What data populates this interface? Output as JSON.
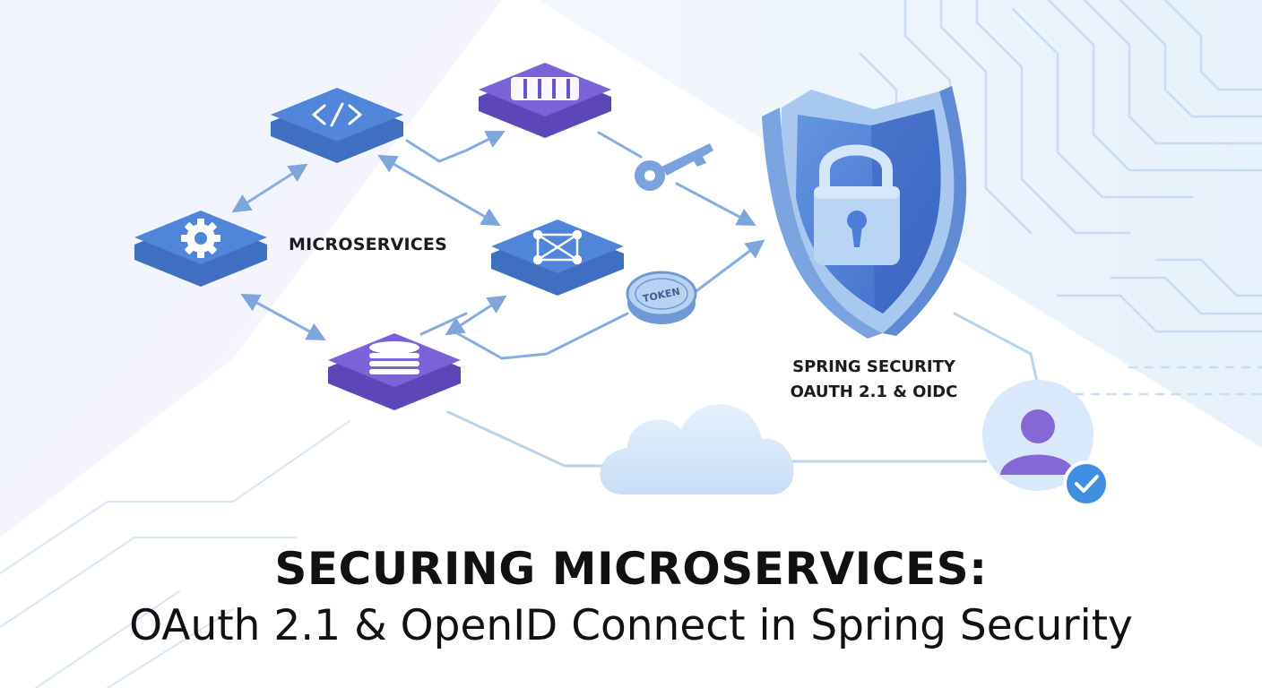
{
  "diagram": {
    "cluster_label": "MICROSERVICES",
    "security_label_line1": "SPRING SECURITY",
    "security_label_line2": "OAUTH 2.1 & OIDC",
    "token_label": "TOKEN",
    "nodes": [
      {
        "id": "api-gateway",
        "icon": "code-brackets-icon"
      },
      {
        "id": "server-rack",
        "icon": "server-rack-icon"
      },
      {
        "id": "config-service",
        "icon": "gear-icon"
      },
      {
        "id": "network-hub",
        "icon": "network-hub-icon"
      },
      {
        "id": "database",
        "icon": "database-icon"
      }
    ],
    "decor_icons": [
      "key-icon",
      "token-coin-icon",
      "shield-lock-icon",
      "cloud-icon",
      "verified-user-icon"
    ]
  },
  "title": {
    "line1": "SECURING MICROSERVICES:",
    "line2": "OAuth 2.1 & OpenID Connect in Spring Security"
  },
  "colors": {
    "blue_tile": "#4f86d9",
    "purple_tile": "#7b62d8",
    "shield_blue": "#4e7fd6",
    "connector": "#8fb3de",
    "check_badge": "#3f8ee0",
    "text": "#1b1b1f"
  }
}
